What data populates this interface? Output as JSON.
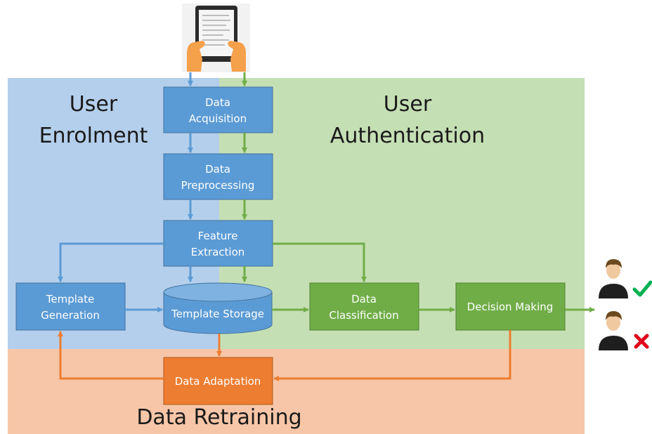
{
  "regions": {
    "enrolment": {
      "title_line1": "User",
      "title_line2": "Enrolment"
    },
    "authentication": {
      "title_line1": "User",
      "title_line2": "Authentication"
    },
    "retraining": {
      "title": "Data Retraining"
    }
  },
  "boxes": {
    "data_acquisition": {
      "line1": "Data",
      "line2": "Acquisition"
    },
    "data_preprocessing": {
      "line1": "Data",
      "line2": "Preprocessing"
    },
    "feature_extraction": {
      "line1": "Feature",
      "line2": "Extraction"
    },
    "template_generation": {
      "line1": "Template",
      "line2": "Generation"
    },
    "template_storage": {
      "label": "Template Storage"
    },
    "data_classification": {
      "line1": "Data",
      "line2": "Classification"
    },
    "decision_making": {
      "label": "Decision Making"
    },
    "data_adaptation": {
      "label": "Data Adaptation"
    }
  },
  "outcomes": {
    "accepted": {
      "icon": "check-icon",
      "color": "#00b050"
    },
    "rejected": {
      "icon": "cross-icon",
      "color": "#e0001b"
    }
  },
  "colors": {
    "enrolment_bg": "#b4cfec",
    "authentication_bg": "#c5dfb4",
    "retraining_bg": "#f7c6a8",
    "blue_box": "#5b9bd5",
    "green_box": "#70ad47",
    "orange_box": "#ed7d31"
  }
}
